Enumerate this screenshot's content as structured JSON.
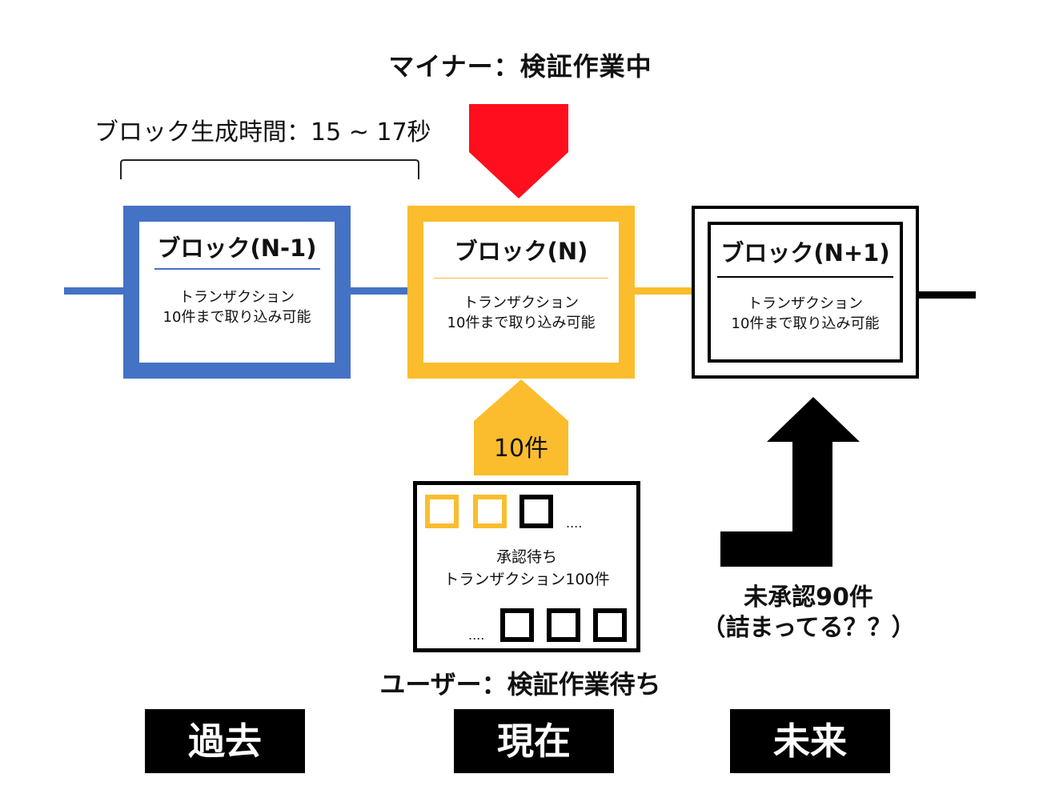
{
  "miner": {
    "label": "マイナー：検証作業中"
  },
  "block_time": {
    "label": "ブロック生成時間：15 ~ 17秒"
  },
  "blocks": [
    {
      "title": "ブロック(N-1)",
      "line1": "トランザクション",
      "line2": "10件まで取り込み可能",
      "color": "#4472C4"
    },
    {
      "title": "ブロック(N)",
      "line1": "トランザクション",
      "line2": "10件まで取り込み可能",
      "color": "#FBBD2D"
    },
    {
      "title": "ブロック(N+1)",
      "line1": "トランザクション",
      "line2": "10件まで取り込み可能",
      "color": "#000000"
    }
  ],
  "inflow": {
    "label": "10件"
  },
  "pending": {
    "line1": "承認待ち",
    "line2": "トランザクション100件",
    "dots": "...."
  },
  "unconfirmed": {
    "line1": "未承認90件",
    "line2": "（詰まってる？？）"
  },
  "user": {
    "label": "ユーザー：検証作業待ち"
  },
  "time_labels": {
    "past": "過去",
    "present": "現在",
    "future": "未来"
  },
  "colors": {
    "blue": "#4472C4",
    "yellow": "#FBBD2D",
    "red": "#FF0E1E",
    "black": "#000000"
  },
  "icons": {
    "miner_arrow": "down-pentagon-arrow",
    "inflow_arrow": "up-pentagon-arrow",
    "overflow_arrow": "bent-up-arrow"
  }
}
